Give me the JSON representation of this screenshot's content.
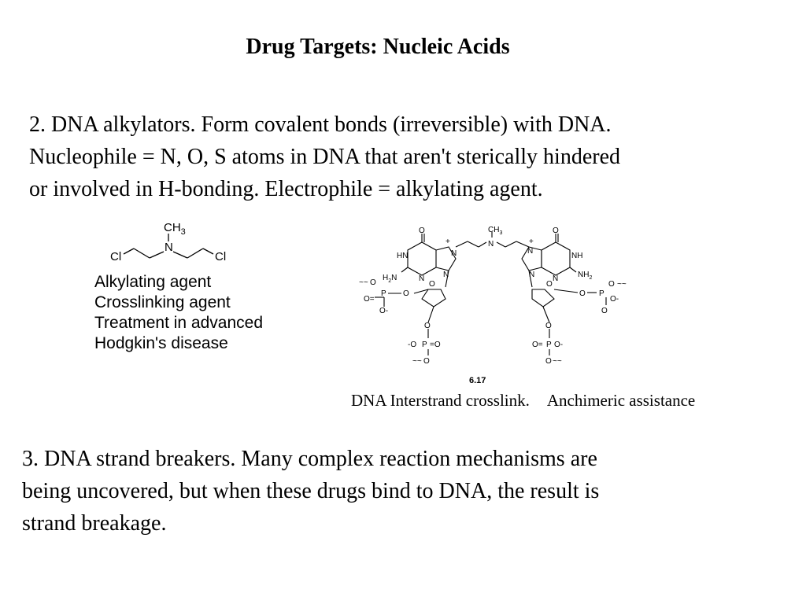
{
  "slide": {
    "title": "Drug Targets: Nucleic Acids",
    "section2": {
      "lines": [
        "2.  DNA alkylators.  Form covalent bonds (irreversible) with DNA.",
        "Nucleophile = N, O, S atoms in DNA that aren't sterically hindered",
        "or involved in H-bonding.   Electrophile = alkylating agent."
      ]
    },
    "mechlorethamine": {
      "atoms": {
        "methyl": "CH",
        "methyl_sub": "3",
        "nitrogen": "N",
        "chlorine_left": "Cl",
        "chlorine_right": "Cl"
      },
      "notes": [
        "Alkylating agent",
        "Crosslinking agent",
        "Treatment in advanced",
        "Hodgkin's disease"
      ]
    },
    "crosslink": {
      "figure_number": "6.17",
      "labels": {
        "oxygen": "O",
        "nitrogen": "N",
        "hn": "HN",
        "nh": "NH",
        "h2n_h": "H",
        "h2n_sub": "2",
        "h2n_n": "N",
        "nh2_n": "NH",
        "nh2_sub": "2",
        "ch3_c": "CH",
        "ch3_sub": "3",
        "plus": "+",
        "phosphorus": "P",
        "o_minus": "O-",
        "minus_o": "-O",
        "o_eq": "O=",
        "eq_o": "=O",
        "wave": "~~"
      },
      "caption_left": "DNA Interstrand crosslink.",
      "caption_right": "Anchimeric assistance"
    },
    "section3": {
      "lines": [
        "3.  DNA strand breakers.  Many complex reaction mechanisms are",
        "being uncovered, but when these drugs bind to DNA, the result is",
        "strand breakage."
      ]
    }
  }
}
